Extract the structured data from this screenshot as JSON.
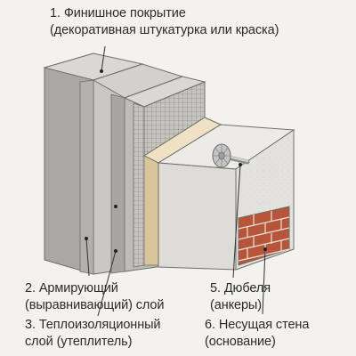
{
  "labels": {
    "finish": {
      "line1": "1. Финишное покрытие",
      "line2": "(декоративная штукатурка или краска)"
    },
    "reinforcing": {
      "line1": "2. Армирующий",
      "line2": "(выравнивающий) слой"
    },
    "insulation": {
      "line1": "3. Теплоизоляционный",
      "line2": "слой (утеплитель)"
    },
    "dowels": {
      "line1": "5. Дюбеля",
      "line2": "(анкеры)"
    },
    "wall": {
      "line1": "6. Несущая стена",
      "line2": "(основание)"
    }
  },
  "colors": {
    "background": "#f4f2ed",
    "finish_coat": "#c9c8c4",
    "render": "#bdbcb8",
    "mesh": "#9a9995",
    "insulation": "#e7d6b3",
    "base_wall": "#e3e1dc",
    "brick": "#b6553a",
    "dowel": "#b9b9b9"
  }
}
